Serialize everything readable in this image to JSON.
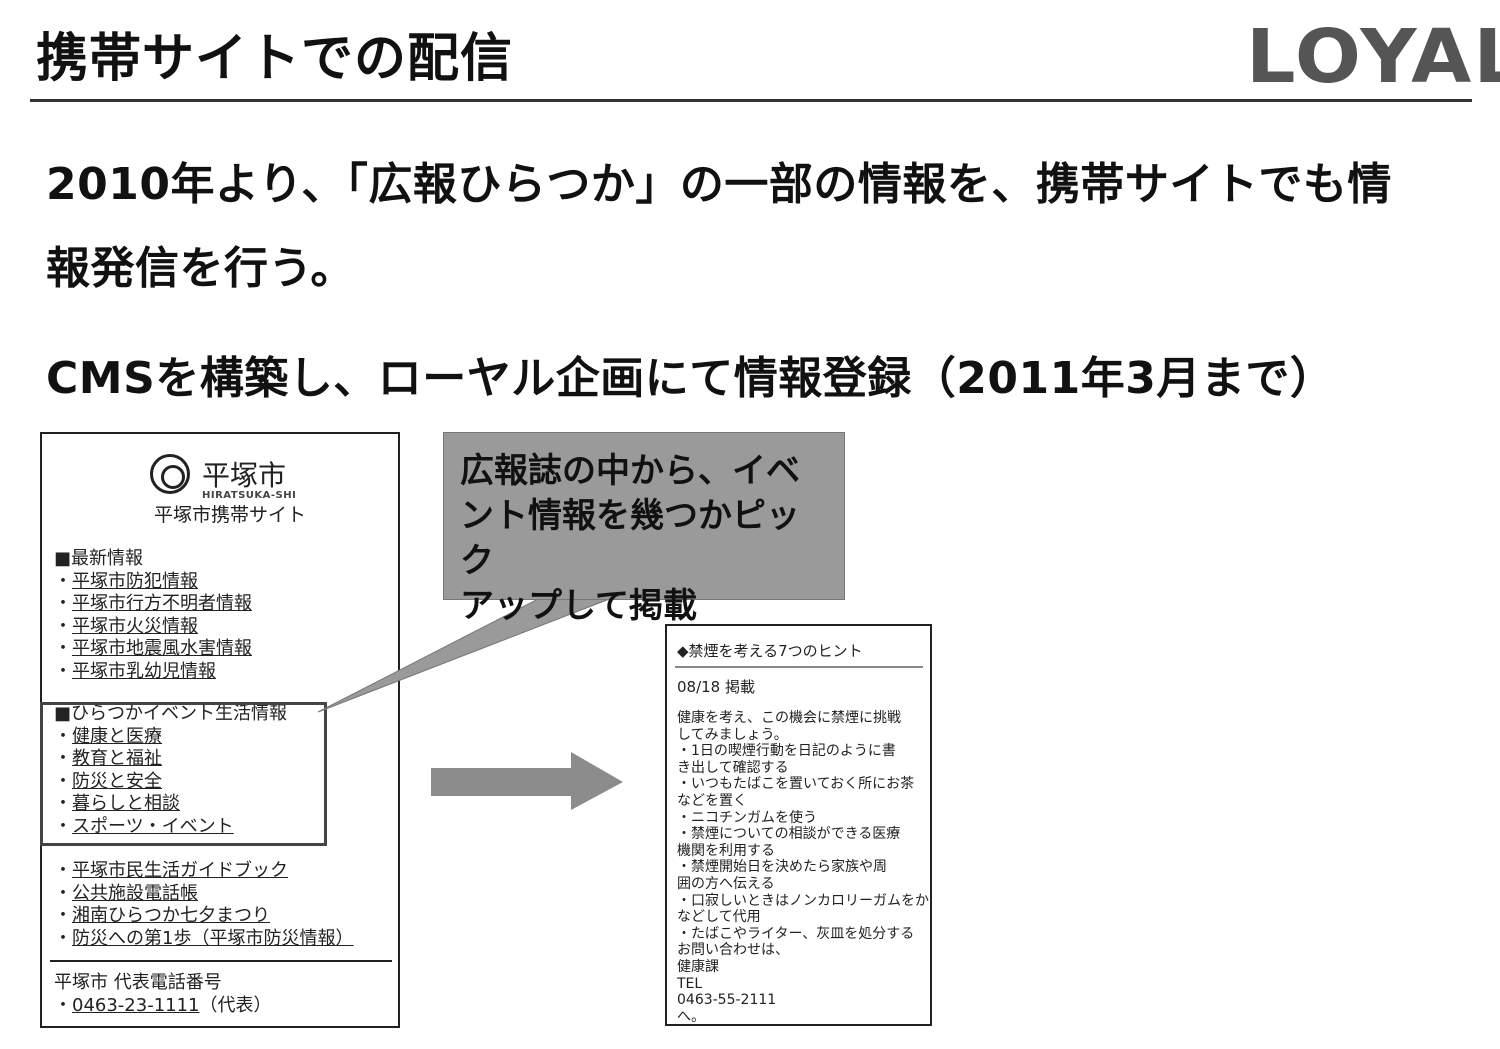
{
  "header": {
    "title": "携帯サイトでの配信",
    "logo_text": "LOYAL"
  },
  "body": {
    "line1": "2010年より、「広報ひらつか」の一部の情報を、携帯サイトでも情",
    "line2": "報発信を行う。",
    "line3": "CMSを構築し、ローヤル企画にて情報登録（2011年3月まで）"
  },
  "left_phone": {
    "city_name": "平塚市",
    "city_roman": "HIRATSUKA-SHI",
    "site_name": "平塚市携帯サイト",
    "news_header": "■最新情報",
    "news_items": [
      "平塚市防犯情報",
      "平塚市行方不明者情報",
      "平塚市火災情報",
      "平塚市地震風水害情報",
      "平塚市乳幼児情報"
    ],
    "events_header": "■ひらつかイベント生活情報",
    "events_items": [
      "健康と医療",
      "教育と福祉",
      "防災と安全",
      "暮らしと相談",
      "スポーツ・イベント"
    ],
    "extra_items": [
      "平塚市民生活ガイドブック",
      "公共施設電話帳",
      "湘南ひらつか七夕まつり",
      "防災への第1歩（平塚市防災情報）"
    ],
    "footer_label": "平塚市 代表電話番号",
    "footer_phone": "0463-23-1111",
    "footer_phone_suffix": "（代表）"
  },
  "callout": {
    "lines": [
      "広報誌の中から、イベ",
      "ント情報を幾つかピック",
      "アップして掲載"
    ]
  },
  "right_phone": {
    "title": "◆禁煙を考える7つのヒント",
    "date": "08/18 掲載",
    "body_lines": [
      "健康を考え、この機会に禁煙に挑戦",
      "してみましょう。",
      "・1日の喫煙行動を日記のように書",
      "き出して確認する",
      "・いつもたばこを置いておく所にお茶",
      "などを置く",
      "・ニコチンガムを使う",
      "・禁煙についての相談ができる医療",
      "機関を利用する",
      "・禁煙開始日を決めたら家族や周",
      "囲の方へ伝える",
      "・口寂しいときはノンカロリーガムをかむ",
      "などして代用",
      "・たばこやライター、灰皿を処分する",
      "お問い合わせは、",
      "健康課",
      "TEL",
      "0463-55-2111",
      "へ。"
    ]
  },
  "colors": {
    "callout_fill": "#9a9a9a",
    "arrow_fill": "#8c8c8c",
    "logo": "#555555"
  }
}
